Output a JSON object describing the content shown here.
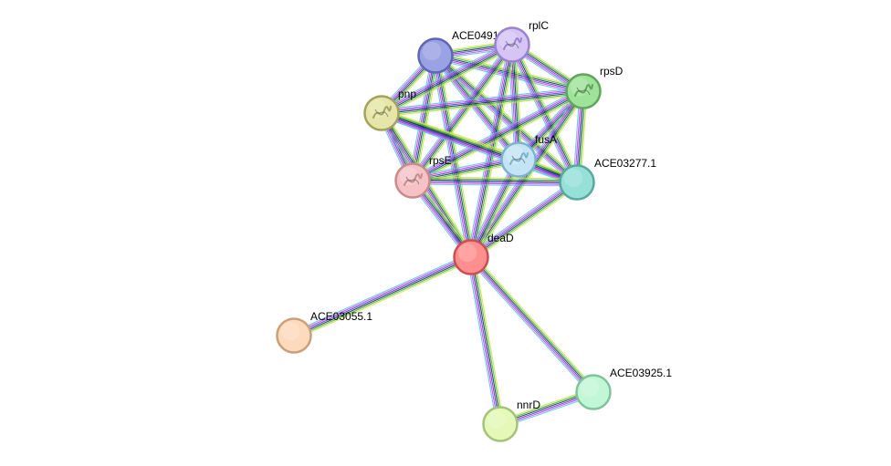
{
  "nodes": [
    {
      "id": "ACE0491",
      "label": "ACE0491",
      "fill": "#9aa2e3",
      "stroke": "#5c65b6",
      "structure": false
    },
    {
      "id": "rplC",
      "label": "rplC",
      "fill": "#d6c4f5",
      "stroke": "#9b82cf",
      "structure": true
    },
    {
      "id": "rpsD",
      "label": "rpsD",
      "fill": "#9fe29a",
      "stroke": "#5fa65a",
      "structure": true
    },
    {
      "id": "pnp",
      "label": "pnp",
      "fill": "#e6e6a8",
      "stroke": "#a3a35e",
      "structure": true
    },
    {
      "id": "fusA",
      "label": "fusA",
      "fill": "#c3e4f5",
      "stroke": "#7db1cc",
      "structure": true
    },
    {
      "id": "rpsE",
      "label": "rpsE",
      "fill": "#f5c2c6",
      "stroke": "#c98a8f",
      "structure": true
    },
    {
      "id": "ACE03277",
      "label": "ACE03277.1",
      "fill": "#97e0d8",
      "stroke": "#58a89f",
      "structure": false
    },
    {
      "id": "deaD",
      "label": "deaD",
      "fill": "#ff8f8f",
      "stroke": "#cc4f4f",
      "structure": false
    },
    {
      "id": "ACE03055",
      "label": "ACE03055.1",
      "fill": "#fcdabb",
      "stroke": "#c9a07a",
      "structure": false
    },
    {
      "id": "ACE03925",
      "label": "ACE03925.1",
      "fill": "#c2f7d6",
      "stroke": "#80c39b",
      "structure": false
    },
    {
      "id": "nnrD",
      "label": "nnrD",
      "fill": "#e4f8b8",
      "stroke": "#a5c27a",
      "structure": false
    }
  ],
  "edges": [
    [
      "ACE0491",
      "rplC"
    ],
    [
      "ACE0491",
      "rpsD"
    ],
    [
      "ACE0491",
      "pnp"
    ],
    [
      "ACE0491",
      "fusA"
    ],
    [
      "ACE0491",
      "rpsE"
    ],
    [
      "ACE0491",
      "ACE03277"
    ],
    [
      "ACE0491",
      "deaD"
    ],
    [
      "rplC",
      "rpsD"
    ],
    [
      "rplC",
      "pnp"
    ],
    [
      "rplC",
      "fusA"
    ],
    [
      "rplC",
      "rpsE"
    ],
    [
      "rplC",
      "ACE03277"
    ],
    [
      "rplC",
      "deaD"
    ],
    [
      "rpsD",
      "pnp"
    ],
    [
      "rpsD",
      "fusA"
    ],
    [
      "rpsD",
      "rpsE"
    ],
    [
      "rpsD",
      "ACE03277"
    ],
    [
      "rpsD",
      "deaD"
    ],
    [
      "pnp",
      "fusA"
    ],
    [
      "pnp",
      "rpsE"
    ],
    [
      "pnp",
      "ACE03277"
    ],
    [
      "pnp",
      "deaD"
    ],
    [
      "fusA",
      "rpsE"
    ],
    [
      "fusA",
      "ACE03277"
    ],
    [
      "fusA",
      "deaD"
    ],
    [
      "rpsE",
      "ACE03277"
    ],
    [
      "rpsE",
      "deaD"
    ],
    [
      "ACE03277",
      "deaD"
    ],
    [
      "deaD",
      "ACE03055"
    ],
    [
      "deaD",
      "nnrD"
    ],
    [
      "deaD",
      "ACE03925"
    ],
    [
      "nnrD",
      "ACE03925"
    ]
  ],
  "edge_colors": [
    "#c9e63c",
    "#3bb54a",
    "#2a2a2a",
    "#3344dd",
    "#dd33dd",
    "#4fc3e8"
  ]
}
